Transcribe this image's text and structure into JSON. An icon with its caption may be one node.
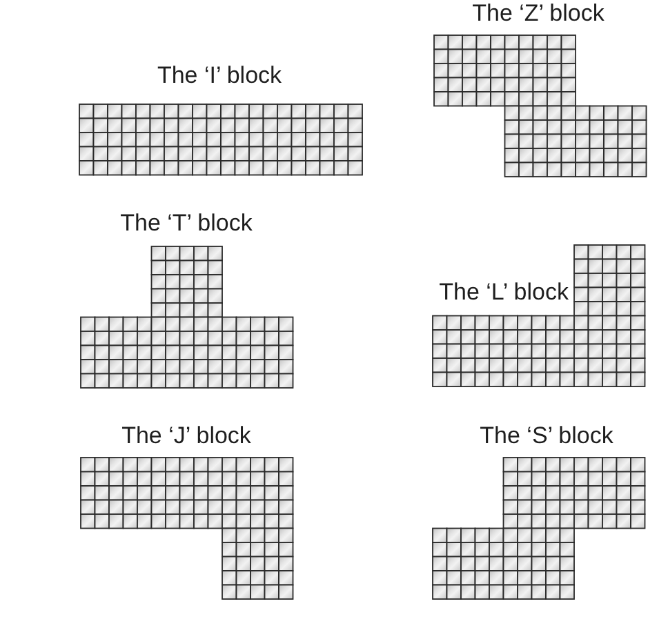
{
  "diagram": {
    "nodes": [
      {
        "text": [
          "The ‘I’ block"
        ]
      },
      {
        "text": [
          "The ‘Z’ block"
        ]
      },
      {
        "text": [
          "The ‘T’ block"
        ]
      },
      {
        "text": [
          "The ‘L’ block"
        ]
      },
      {
        "text": [
          "The ‘J’ block"
        ]
      },
      {
        "text": [
          "The ‘S’ block"
        ]
      }
    ]
  }
}
